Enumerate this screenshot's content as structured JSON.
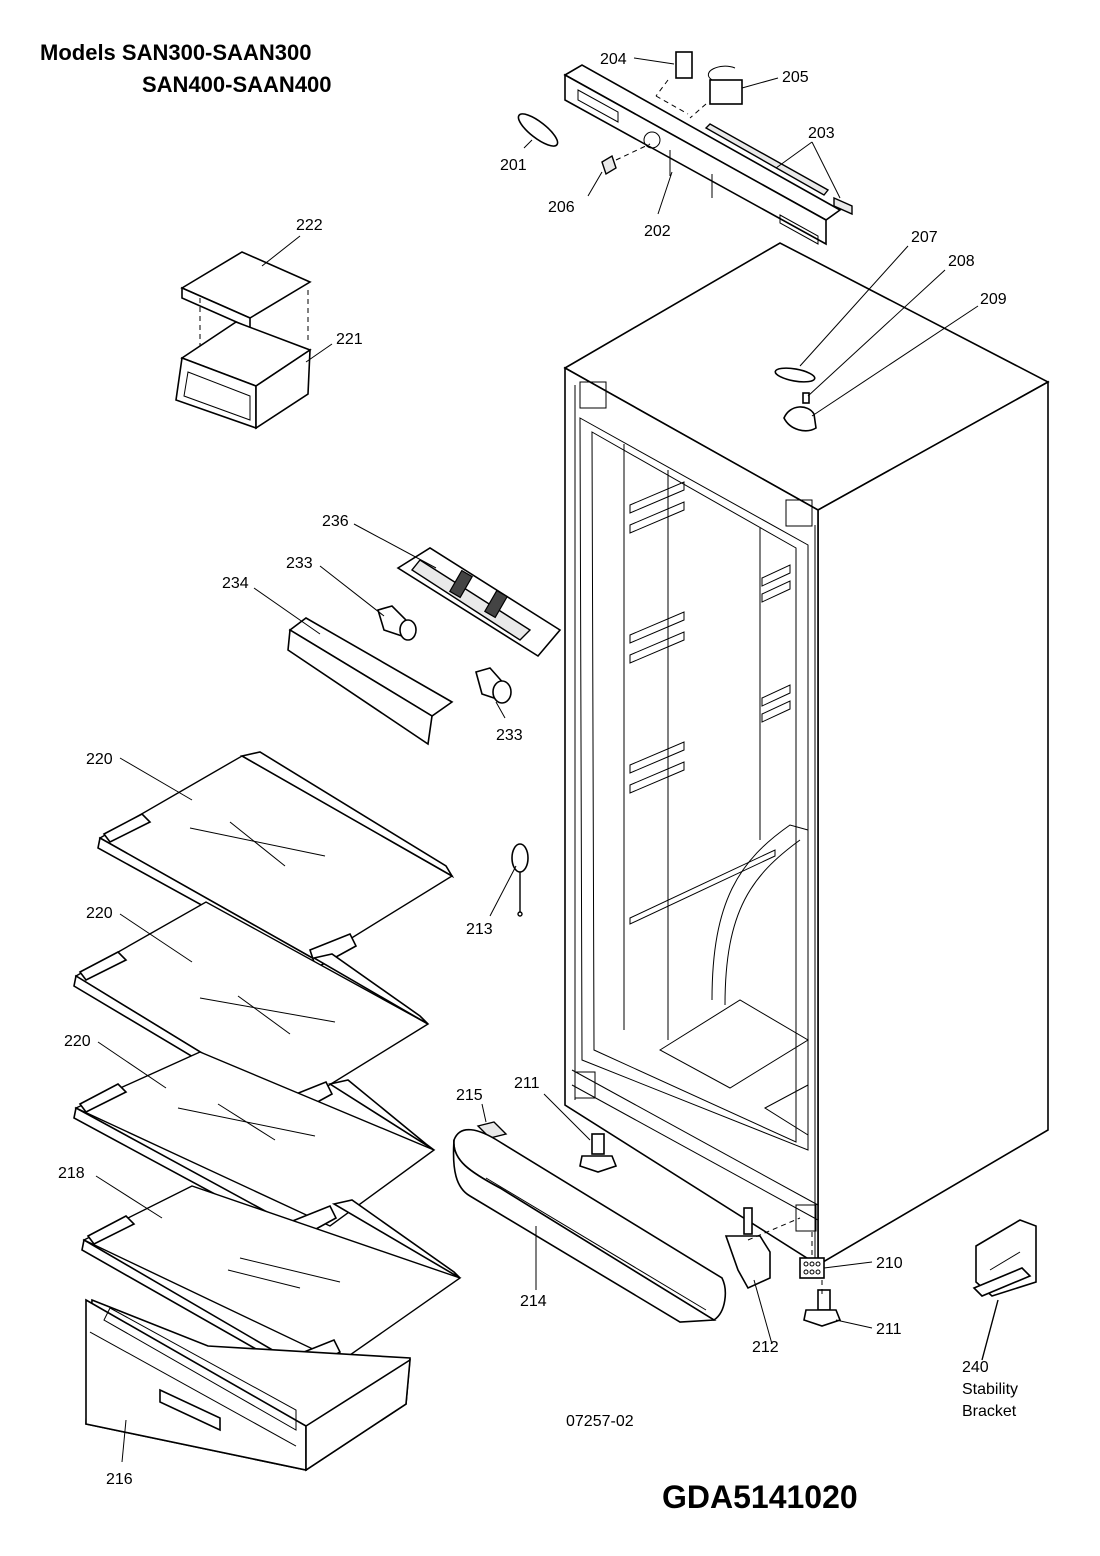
{
  "header": {
    "models_line1": "Models SAN300-SAAN300",
    "models_line2": "SAN400-SAAN400"
  },
  "footer": {
    "drawing_no": "07257-02",
    "document_code": "GDA5141020"
  },
  "callouts": {
    "c201": "201",
    "c202": "202",
    "c203": "203",
    "c204": "204",
    "c205": "205",
    "c206": "206",
    "c207": "207",
    "c208": "208",
    "c209": "209",
    "c210": "210",
    "c211a": "211",
    "c211b": "211",
    "c212": "212",
    "c213": "213",
    "c214": "214",
    "c215": "215",
    "c216": "216",
    "c218": "218",
    "c220a": "220",
    "c220b": "220",
    "c220c": "220",
    "c221": "221",
    "c222": "222",
    "c233a": "233",
    "c233b": "233",
    "c234": "234",
    "c236": "236",
    "c240": "240"
  },
  "bracket_label": {
    "line1": "Stability",
    "line2": "Bracket"
  }
}
